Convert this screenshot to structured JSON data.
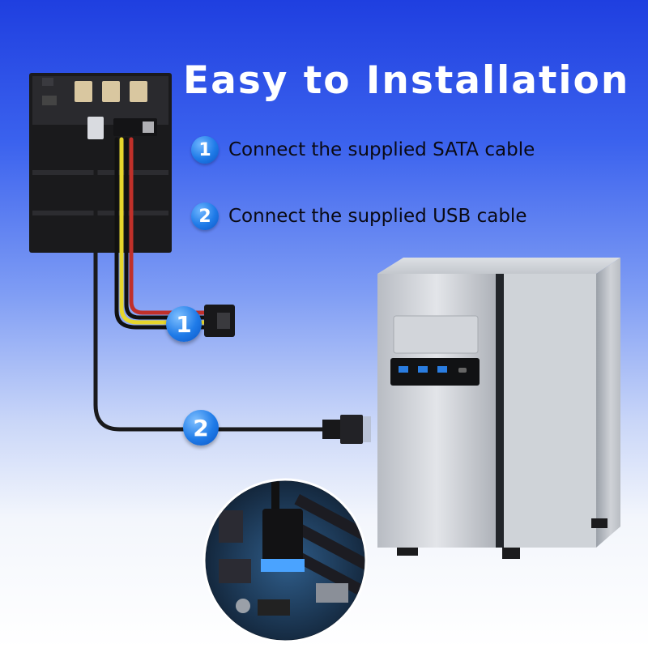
{
  "title": "Easy to Installation",
  "steps": [
    {
      "number": "1",
      "text": "Connect the supplied SATA cable"
    },
    {
      "number": "2",
      "text": "Connect the supplied USB cable"
    }
  ],
  "badges": {
    "sata": "1",
    "usb": "2"
  },
  "colors": {
    "background_top": "#1f3fe0",
    "background_bottom": "#ffffff",
    "step_badge": "#1f7be8",
    "case_silver": "#c8ccd2"
  }
}
